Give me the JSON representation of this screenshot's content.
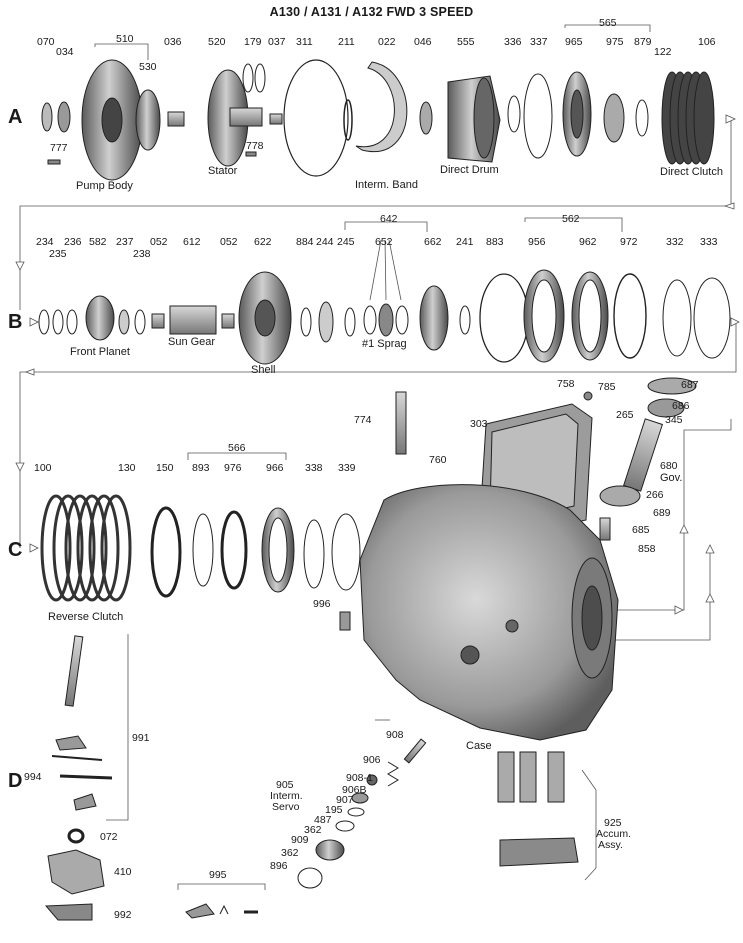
{
  "title": "A130 / A131 / A132   FWD 3 SPEED",
  "rows": [
    "A",
    "B",
    "C",
    "D"
  ],
  "row_a": {
    "part_numbers": [
      "070",
      "034",
      "510",
      "530",
      "036",
      "520",
      "179",
      "037",
      "311",
      "211",
      "022",
      "046",
      "555",
      "336",
      "337",
      "565",
      "965",
      "975",
      "879",
      "122",
      "106",
      "777",
      "778"
    ],
    "captions": [
      "Pump Body",
      "Stator",
      "Interm. Band",
      "Direct Drum",
      "Direct Clutch"
    ]
  },
  "row_b": {
    "part_numbers": [
      "234",
      "235",
      "236",
      "582",
      "237",
      "238",
      "052",
      "612",
      "052",
      "622",
      "884",
      "244",
      "245",
      "642",
      "652",
      "662",
      "241",
      "883",
      "956",
      "562",
      "962",
      "972",
      "332",
      "333"
    ],
    "captions": [
      "Front Planet",
      "Sun Gear",
      "Shell",
      "#1 Sprag"
    ]
  },
  "row_c": {
    "part_numbers": [
      "100",
      "130",
      "150",
      "566",
      "893",
      "976",
      "966",
      "338",
      "339",
      "996",
      "774",
      "303",
      "758",
      "785",
      "687",
      "686",
      "265",
      "345",
      "680",
      "266",
      "689",
      "685",
      "858",
      "760"
    ],
    "captions": [
      "Reverse Clutch",
      "Gov.",
      "Case"
    ]
  },
  "row_d": {
    "part_numbers": [
      "991",
      "994",
      "072",
      "410",
      "992",
      "995",
      "908",
      "906",
      "908-1",
      "906B",
      "907",
      "195",
      "487",
      "362",
      "909",
      "362",
      "896",
      "925"
    ],
    "captions": [
      "Interm.",
      "Servo",
      "Accum.",
      "Assy."
    ],
    "servo_number": "905"
  }
}
